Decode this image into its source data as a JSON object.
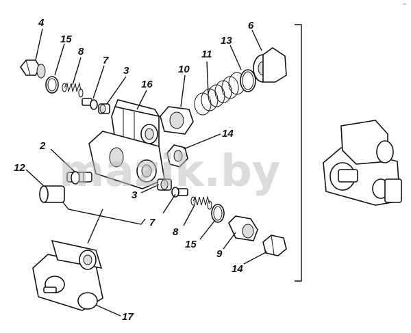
{
  "corner_mark": "~",
  "watermark": "mazik.by",
  "callouts": [
    {
      "id": "c1",
      "label": "4"
    },
    {
      "id": "c2",
      "label": "15"
    },
    {
      "id": "c3",
      "label": "8"
    },
    {
      "id": "c4",
      "label": "7"
    },
    {
      "id": "c5",
      "label": "3"
    },
    {
      "id": "c6",
      "label": "16"
    },
    {
      "id": "c7",
      "label": "10"
    },
    {
      "id": "c8",
      "label": "11"
    },
    {
      "id": "c9",
      "label": "13"
    },
    {
      "id": "c10",
      "label": "6"
    },
    {
      "id": "c11",
      "label": "14"
    },
    {
      "id": "c12",
      "label": "2"
    },
    {
      "id": "c13",
      "label": "12"
    },
    {
      "id": "c14",
      "label": "3"
    },
    {
      "id": "c15",
      "label": "7"
    },
    {
      "id": "c16",
      "label": "8"
    },
    {
      "id": "c17",
      "label": "15"
    },
    {
      "id": "c18",
      "label": "9"
    },
    {
      "id": "c19",
      "label": "14"
    },
    {
      "id": "c20",
      "label": "17"
    }
  ]
}
